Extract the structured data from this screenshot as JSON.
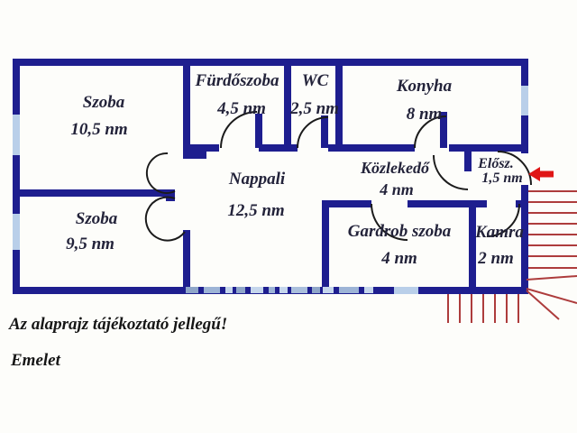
{
  "meta": {
    "disclaimer": "Az alaprajz tájékoztató jellegű!",
    "floor_label": "Emelet"
  },
  "colors": {
    "wall": "#1e1e8f",
    "window": "#b9cfe9",
    "stairs": "#ad3c3c",
    "arrow": "#e01616",
    "label": "#23233a",
    "background": "#fdfdfa"
  },
  "rooms": [
    {
      "id": "szoba-felso",
      "name": "Szoba",
      "area": "10,5 nm"
    },
    {
      "id": "furdoszoba",
      "name": "Fürdőszoba",
      "area": "4,5 nm"
    },
    {
      "id": "wc",
      "name": "WC",
      "area": "2,5 nm"
    },
    {
      "id": "konyha",
      "name": "Konyha",
      "area": "8 nm"
    },
    {
      "id": "nappali",
      "name": "Nappali",
      "area": "12,5 nm"
    },
    {
      "id": "kozlekedo",
      "name": "Közlekedő",
      "area": "4 nm"
    },
    {
      "id": "eloszoba",
      "name": "Elősz.",
      "area": "1,5 nm"
    },
    {
      "id": "szoba-also",
      "name": "Szoba",
      "area": "9,5 nm"
    },
    {
      "id": "gardrob-szoba",
      "name": "Gardrob szoba",
      "area": "4 nm"
    },
    {
      "id": "kamra",
      "name": "Kamra",
      "area": "2 nm"
    }
  ]
}
